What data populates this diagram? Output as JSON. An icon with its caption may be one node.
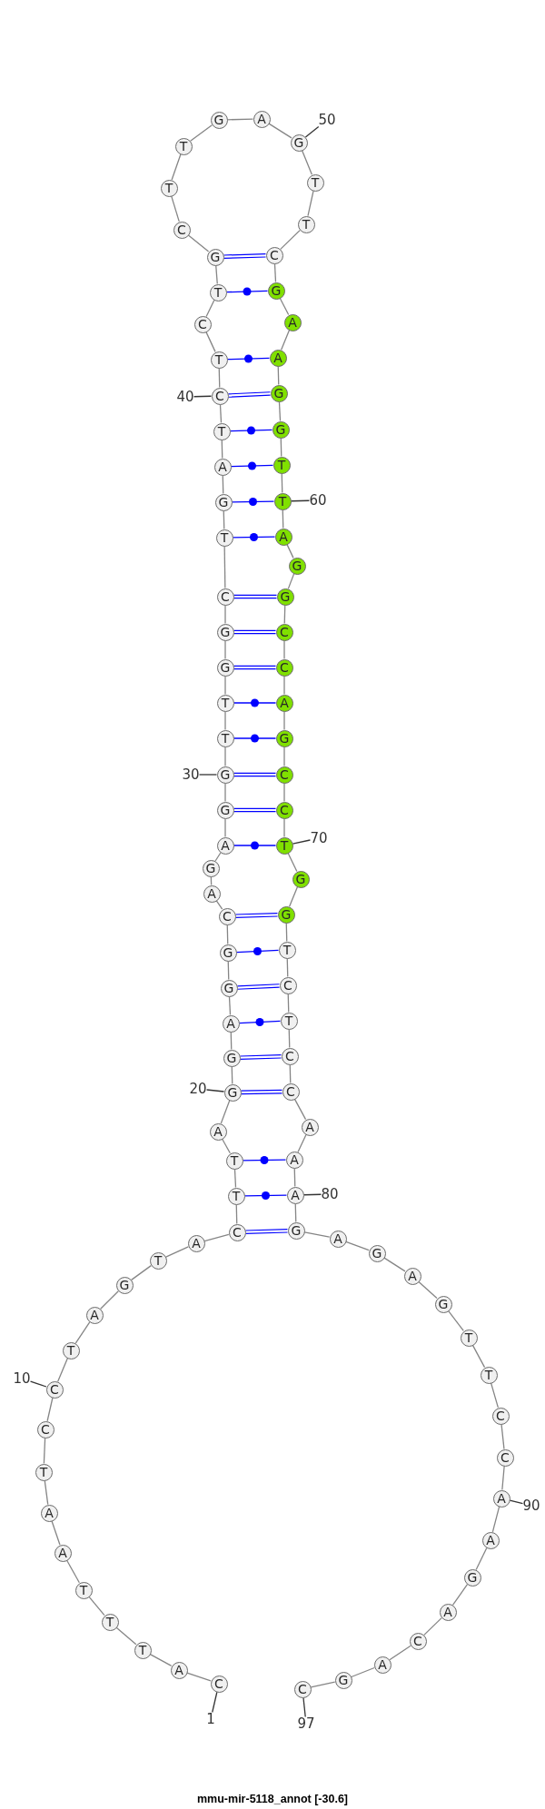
{
  "diagram": {
    "caption": "mmu-mir-5118_annot [-30.6]",
    "nodes": [
      {
        "text": [
          "C"
        ]
      },
      {
        "text": [
          "A"
        ]
      },
      {
        "text": [
          "T"
        ]
      },
      {
        "text": [
          "T"
        ]
      },
      {
        "text": [
          "T"
        ]
      },
      {
        "text": [
          "A"
        ]
      },
      {
        "text": [
          "A"
        ]
      },
      {
        "text": [
          "T"
        ]
      },
      {
        "text": [
          "C"
        ]
      },
      {
        "text": [
          "C"
        ]
      },
      {
        "text": [
          "T"
        ]
      },
      {
        "text": [
          "A"
        ]
      },
      {
        "text": [
          "G"
        ]
      },
      {
        "text": [
          "T"
        ]
      },
      {
        "text": [
          "A"
        ]
      },
      {
        "text": [
          "C"
        ]
      },
      {
        "text": [
          "T"
        ]
      },
      {
        "text": [
          "T"
        ]
      },
      {
        "text": [
          "A"
        ]
      },
      {
        "text": [
          "G"
        ]
      },
      {
        "text": [
          "G"
        ]
      },
      {
        "text": [
          "A"
        ]
      },
      {
        "text": [
          "G"
        ]
      },
      {
        "text": [
          "G"
        ]
      },
      {
        "text": [
          "C"
        ]
      },
      {
        "text": [
          "A"
        ]
      },
      {
        "text": [
          "G"
        ]
      },
      {
        "text": [
          "A"
        ]
      },
      {
        "text": [
          "G"
        ]
      },
      {
        "text": [
          "G"
        ]
      },
      {
        "text": [
          "T"
        ]
      },
      {
        "text": [
          "T"
        ]
      },
      {
        "text": [
          "G"
        ]
      },
      {
        "text": [
          "G"
        ]
      },
      {
        "text": [
          "C"
        ]
      },
      {
        "text": [
          "T"
        ]
      },
      {
        "text": [
          "G"
        ]
      },
      {
        "text": [
          "A"
        ]
      },
      {
        "text": [
          "T"
        ]
      },
      {
        "text": [
          "C"
        ]
      },
      {
        "text": [
          "T"
        ]
      },
      {
        "text": [
          "C"
        ]
      },
      {
        "text": [
          "T"
        ]
      },
      {
        "text": [
          "G"
        ]
      },
      {
        "text": [
          "C"
        ]
      },
      {
        "text": [
          "T"
        ]
      },
      {
        "text": [
          "T"
        ]
      },
      {
        "text": [
          "G"
        ]
      },
      {
        "text": [
          "A"
        ]
      },
      {
        "text": [
          "G"
        ]
      },
      {
        "text": [
          "T"
        ]
      },
      {
        "text": [
          "T"
        ]
      },
      {
        "text": [
          "C"
        ]
      },
      {
        "text": [
          "G"
        ]
      },
      {
        "text": [
          "A"
        ]
      },
      {
        "text": [
          "A"
        ]
      },
      {
        "text": [
          "G"
        ]
      },
      {
        "text": [
          "G"
        ]
      },
      {
        "text": [
          "T"
        ]
      },
      {
        "text": [
          "T"
        ]
      },
      {
        "text": [
          "A"
        ]
      },
      {
        "text": [
          "G"
        ]
      },
      {
        "text": [
          "G"
        ]
      },
      {
        "text": [
          "C"
        ]
      },
      {
        "text": [
          "C"
        ]
      },
      {
        "text": [
          "A"
        ]
      },
      {
        "text": [
          "G"
        ]
      },
      {
        "text": [
          "C"
        ]
      },
      {
        "text": [
          "C"
        ]
      },
      {
        "text": [
          "T"
        ]
      },
      {
        "text": [
          "G"
        ]
      },
      {
        "text": [
          "G"
        ]
      },
      {
        "text": [
          "T"
        ]
      },
      {
        "text": [
          "C"
        ]
      },
      {
        "text": [
          "T"
        ]
      },
      {
        "text": [
          "C"
        ]
      },
      {
        "text": [
          "C"
        ]
      },
      {
        "text": [
          "A"
        ]
      },
      {
        "text": [
          "A"
        ]
      },
      {
        "text": [
          "A"
        ]
      },
      {
        "text": [
          "G"
        ]
      },
      {
        "text": [
          "A"
        ]
      },
      {
        "text": [
          "G"
        ]
      },
      {
        "text": [
          "A"
        ]
      },
      {
        "text": [
          "G"
        ]
      },
      {
        "text": [
          "T"
        ]
      },
      {
        "text": [
          "T"
        ]
      },
      {
        "text": [
          "C"
        ]
      },
      {
        "text": [
          "C"
        ]
      },
      {
        "text": [
          "A"
        ]
      },
      {
        "text": [
          "A"
        ]
      },
      {
        "text": [
          "G"
        ]
      },
      {
        "text": [
          "A"
        ]
      },
      {
        "text": [
          "C"
        ]
      },
      {
        "text": [
          "A"
        ]
      },
      {
        "text": [
          "G"
        ]
      },
      {
        "text": [
          "C"
        ]
      },
      {
        "text": [
          "1"
        ]
      },
      {
        "text": [
          "10"
        ]
      },
      {
        "text": [
          "20"
        ]
      },
      {
        "text": [
          "30"
        ]
      },
      {
        "text": [
          "40"
        ]
      },
      {
        "text": [
          "50"
        ]
      },
      {
        "text": [
          "60"
        ]
      },
      {
        "text": [
          "70"
        ]
      },
      {
        "text": [
          "80"
        ]
      },
      {
        "text": [
          "90"
        ]
      },
      {
        "text": [
          "97"
        ]
      }
    ],
    "edges": [
      {
        "from": 0,
        "to": 1,
        "arrow": "none"
      },
      {
        "from": 1,
        "to": 2,
        "arrow": "none"
      },
      {
        "from": 2,
        "to": 3,
        "arrow": "none"
      },
      {
        "from": 3,
        "to": 4,
        "arrow": "none"
      },
      {
        "from": 4,
        "to": 5,
        "arrow": "none"
      },
      {
        "from": 5,
        "to": 6,
        "arrow": "none"
      },
      {
        "from": 6,
        "to": 7,
        "arrow": "none"
      },
      {
        "from": 7,
        "to": 8,
        "arrow": "none"
      },
      {
        "from": 8,
        "to": 9,
        "arrow": "none"
      },
      {
        "from": 9,
        "to": 10,
        "arrow": "none"
      },
      {
        "from": 10,
        "to": 11,
        "arrow": "none"
      },
      {
        "from": 11,
        "to": 12,
        "arrow": "none"
      },
      {
        "from": 12,
        "to": 13,
        "arrow": "none"
      },
      {
        "from": 13,
        "to": 14,
        "arrow": "none"
      },
      {
        "from": 14,
        "to": 15,
        "arrow": "none"
      },
      {
        "from": 15,
        "to": 16,
        "arrow": "none"
      },
      {
        "from": 16,
        "to": 17,
        "arrow": "none"
      },
      {
        "from": 17,
        "to": 18,
        "arrow": "none"
      },
      {
        "from": 18,
        "to": 19,
        "arrow": "none"
      },
      {
        "from": 19,
        "to": 20,
        "arrow": "none"
      },
      {
        "from": 20,
        "to": 21,
        "arrow": "none"
      },
      {
        "from": 21,
        "to": 22,
        "arrow": "none"
      },
      {
        "from": 22,
        "to": 23,
        "arrow": "none"
      },
      {
        "from": 23,
        "to": 24,
        "arrow": "none"
      },
      {
        "from": 24,
        "to": 25,
        "arrow": "none"
      },
      {
        "from": 25,
        "to": 26,
        "arrow": "none"
      },
      {
        "from": 26,
        "to": 27,
        "arrow": "none"
      },
      {
        "from": 27,
        "to": 28,
        "arrow": "none"
      },
      {
        "from": 28,
        "to": 29,
        "arrow": "none"
      },
      {
        "from": 29,
        "to": 30,
        "arrow": "none"
      },
      {
        "from": 30,
        "to": 31,
        "arrow": "none"
      },
      {
        "from": 31,
        "to": 32,
        "arrow": "none"
      },
      {
        "from": 32,
        "to": 33,
        "arrow": "none"
      },
      {
        "from": 33,
        "to": 34,
        "arrow": "none"
      },
      {
        "from": 34,
        "to": 35,
        "arrow": "none"
      },
      {
        "from": 35,
        "to": 36,
        "arrow": "none"
      },
      {
        "from": 36,
        "to": 37,
        "arrow": "none"
      },
      {
        "from": 37,
        "to": 38,
        "arrow": "none"
      },
      {
        "from": 38,
        "to": 39,
        "arrow": "none"
      },
      {
        "from": 39,
        "to": 40,
        "arrow": "none"
      },
      {
        "from": 40,
        "to": 41,
        "arrow": "none"
      },
      {
        "from": 41,
        "to": 42,
        "arrow": "none"
      },
      {
        "from": 42,
        "to": 43,
        "arrow": "none"
      },
      {
        "from": 43,
        "to": 44,
        "arrow": "none"
      },
      {
        "from": 44,
        "to": 45,
        "arrow": "none"
      },
      {
        "from": 45,
        "to": 46,
        "arrow": "none"
      },
      {
        "from": 46,
        "to": 47,
        "arrow": "none"
      },
      {
        "from": 47,
        "to": 48,
        "arrow": "none"
      },
      {
        "from": 48,
        "to": 49,
        "arrow": "none"
      },
      {
        "from": 49,
        "to": 50,
        "arrow": "none"
      },
      {
        "from": 50,
        "to": 51,
        "arrow": "none"
      },
      {
        "from": 51,
        "to": 52,
        "arrow": "none"
      },
      {
        "from": 52,
        "to": 53,
        "arrow": "none"
      },
      {
        "from": 53,
        "to": 54,
        "arrow": "none"
      },
      {
        "from": 54,
        "to": 55,
        "arrow": "none"
      },
      {
        "from": 55,
        "to": 56,
        "arrow": "none"
      },
      {
        "from": 56,
        "to": 57,
        "arrow": "none"
      },
      {
        "from": 57,
        "to": 58,
        "arrow": "none"
      },
      {
        "from": 58,
        "to": 59,
        "arrow": "none"
      },
      {
        "from": 59,
        "to": 60,
        "arrow": "none"
      },
      {
        "from": 60,
        "to": 61,
        "arrow": "none"
      },
      {
        "from": 61,
        "to": 62,
        "arrow": "none"
      },
      {
        "from": 62,
        "to": 63,
        "arrow": "none"
      },
      {
        "from": 63,
        "to": 64,
        "arrow": "none"
      },
      {
        "from": 64,
        "to": 65,
        "arrow": "none"
      },
      {
        "from": 65,
        "to": 66,
        "arrow": "none"
      },
      {
        "from": 66,
        "to": 67,
        "arrow": "none"
      },
      {
        "from": 67,
        "to": 68,
        "arrow": "none"
      },
      {
        "from": 68,
        "to": 69,
        "arrow": "none"
      },
      {
        "from": 69,
        "to": 70,
        "arrow": "none"
      },
      {
        "from": 70,
        "to": 71,
        "arrow": "none"
      },
      {
        "from": 71,
        "to": 72,
        "arrow": "none"
      },
      {
        "from": 72,
        "to": 73,
        "arrow": "none"
      },
      {
        "from": 73,
        "to": 74,
        "arrow": "none"
      },
      {
        "from": 74,
        "to": 75,
        "arrow": "none"
      },
      {
        "from": 75,
        "to": 76,
        "arrow": "none"
      },
      {
        "from": 76,
        "to": 77,
        "arrow": "none"
      },
      {
        "from": 77,
        "to": 78,
        "arrow": "none"
      },
      {
        "from": 78,
        "to": 79,
        "arrow": "none"
      },
      {
        "from": 79,
        "to": 80,
        "arrow": "none"
      },
      {
        "from": 80,
        "to": 81,
        "arrow": "none"
      },
      {
        "from": 81,
        "to": 82,
        "arrow": "none"
      },
      {
        "from": 82,
        "to": 83,
        "arrow": "none"
      },
      {
        "from": 83,
        "to": 84,
        "arrow": "none"
      },
      {
        "from": 84,
        "to": 85,
        "arrow": "none"
      },
      {
        "from": 85,
        "to": 86,
        "arrow": "none"
      },
      {
        "from": 86,
        "to": 87,
        "arrow": "none"
      },
      {
        "from": 87,
        "to": 88,
        "arrow": "none"
      },
      {
        "from": 88,
        "to": 89,
        "arrow": "none"
      },
      {
        "from": 89,
        "to": 90,
        "arrow": "none"
      },
      {
        "from": 90,
        "to": 91,
        "arrow": "none"
      },
      {
        "from": 91,
        "to": 92,
        "arrow": "none"
      },
      {
        "from": 92,
        "to": 93,
        "arrow": "none"
      },
      {
        "from": 93,
        "to": 94,
        "arrow": "none"
      },
      {
        "from": 94,
        "to": 95,
        "arrow": "none"
      },
      {
        "from": 95,
        "to": 96,
        "arrow": "none"
      },
      {
        "from": 15,
        "to": 80,
        "arrow": "none",
        "color": "#0000ff"
      },
      {
        "from": 16,
        "to": 79,
        "arrow": "none",
        "color": "#0000ff"
      },
      {
        "from": 17,
        "to": 78,
        "arrow": "none",
        "color": "#0000ff"
      },
      {
        "from": 19,
        "to": 76,
        "arrow": "none",
        "color": "#0000ff"
      },
      {
        "from": 20,
        "to": 75,
        "arrow": "none",
        "color": "#0000ff"
      },
      {
        "from": 21,
        "to": 74,
        "arrow": "none",
        "color": "#0000ff"
      },
      {
        "from": 22,
        "to": 73,
        "arrow": "none",
        "color": "#0000ff"
      },
      {
        "from": 23,
        "to": 72,
        "arrow": "none",
        "color": "#0000ff"
      },
      {
        "from": 24,
        "to": 71,
        "arrow": "none",
        "color": "#0000ff"
      },
      {
        "from": 27,
        "to": 69,
        "arrow": "none",
        "color": "#0000ff"
      },
      {
        "from": 28,
        "to": 68,
        "arrow": "none",
        "color": "#0000ff"
      },
      {
        "from": 29,
        "to": 67,
        "arrow": "none",
        "color": "#0000ff"
      },
      {
        "from": 30,
        "to": 66,
        "arrow": "none",
        "color": "#0000ff"
      },
      {
        "from": 31,
        "to": 65,
        "arrow": "none",
        "color": "#0000ff"
      },
      {
        "from": 32,
        "to": 64,
        "arrow": "none",
        "color": "#0000ff"
      },
      {
        "from": 33,
        "to": 63,
        "arrow": "none",
        "color": "#0000ff"
      },
      {
        "from": 34,
        "to": 62,
        "arrow": "none",
        "color": "#0000ff"
      },
      {
        "from": 35,
        "to": 60,
        "arrow": "none",
        "color": "#0000ff"
      },
      {
        "from": 36,
        "to": 59,
        "arrow": "none",
        "color": "#0000ff"
      },
      {
        "from": 37,
        "to": 58,
        "arrow": "none",
        "color": "#0000ff"
      },
      {
        "from": 38,
        "to": 57,
        "arrow": "none",
        "color": "#0000ff"
      },
      {
        "from": 39,
        "to": 56,
        "arrow": "none",
        "color": "#0000ff"
      },
      {
        "from": 40,
        "to": 55,
        "arrow": "none",
        "color": "#0000ff"
      },
      {
        "from": 42,
        "to": 53,
        "arrow": "none",
        "color": "#0000ff"
      },
      {
        "from": 43,
        "to": 52,
        "arrow": "none",
        "color": "#0000ff"
      },
      {
        "from": 97,
        "to": 0,
        "arrow": "none",
        "color": "#333333"
      },
      {
        "from": 98,
        "to": 9,
        "arrow": "none",
        "color": "#333333"
      },
      {
        "from": 99,
        "to": 19,
        "arrow": "none",
        "color": "#333333"
      },
      {
        "from": 100,
        "to": 29,
        "arrow": "none",
        "color": "#333333"
      },
      {
        "from": 101,
        "to": 39,
        "arrow": "none",
        "color": "#333333"
      },
      {
        "from": 102,
        "to": 49,
        "arrow": "none",
        "color": "#333333"
      },
      {
        "from": 103,
        "to": 59,
        "arrow": "none",
        "color": "#333333"
      },
      {
        "from": 104,
        "to": 69,
        "arrow": "none",
        "color": "#333333"
      },
      {
        "from": 105,
        "to": 79,
        "arrow": "none",
        "color": "#333333"
      },
      {
        "from": 106,
        "to": 89,
        "arrow": "none",
        "color": "#333333"
      },
      {
        "from": 107,
        "to": 96,
        "arrow": "none",
        "color": "#333333"
      }
    ]
  }
}
